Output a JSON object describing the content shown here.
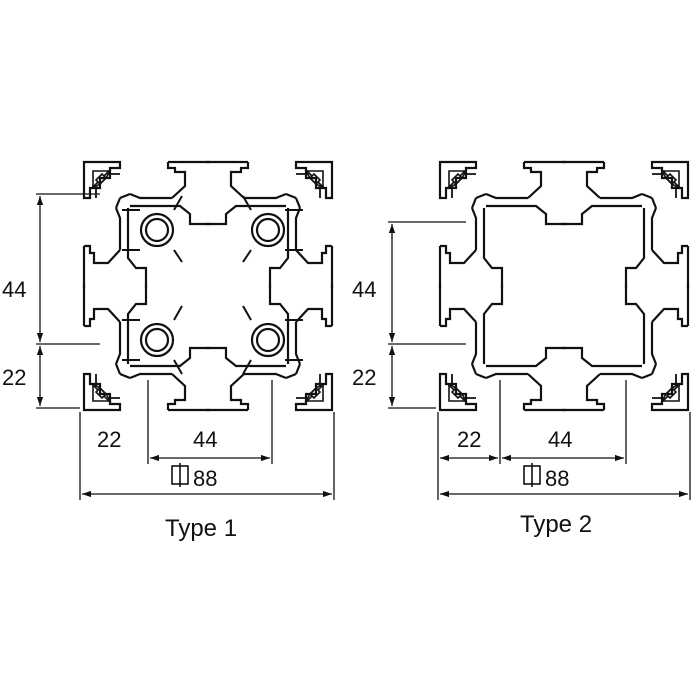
{
  "diagrams": [
    {
      "caption": "Type 1",
      "dims": {
        "vertical_upper": "44",
        "vertical_lower": "22",
        "horizontal_left": "22",
        "horizontal_mid": "44",
        "overall": "88",
        "overall_symbol": "square-section-icon"
      },
      "bores": true
    },
    {
      "caption": "Type 2",
      "dims": {
        "vertical_upper": "44",
        "vertical_lower": "22",
        "horizontal_left": "22",
        "horizontal_mid": "44",
        "overall": "88",
        "overall_symbol": "square-section-icon"
      },
      "bores": false
    }
  ],
  "colors": {
    "ink": "#111111",
    "fill": "#ffffff"
  }
}
